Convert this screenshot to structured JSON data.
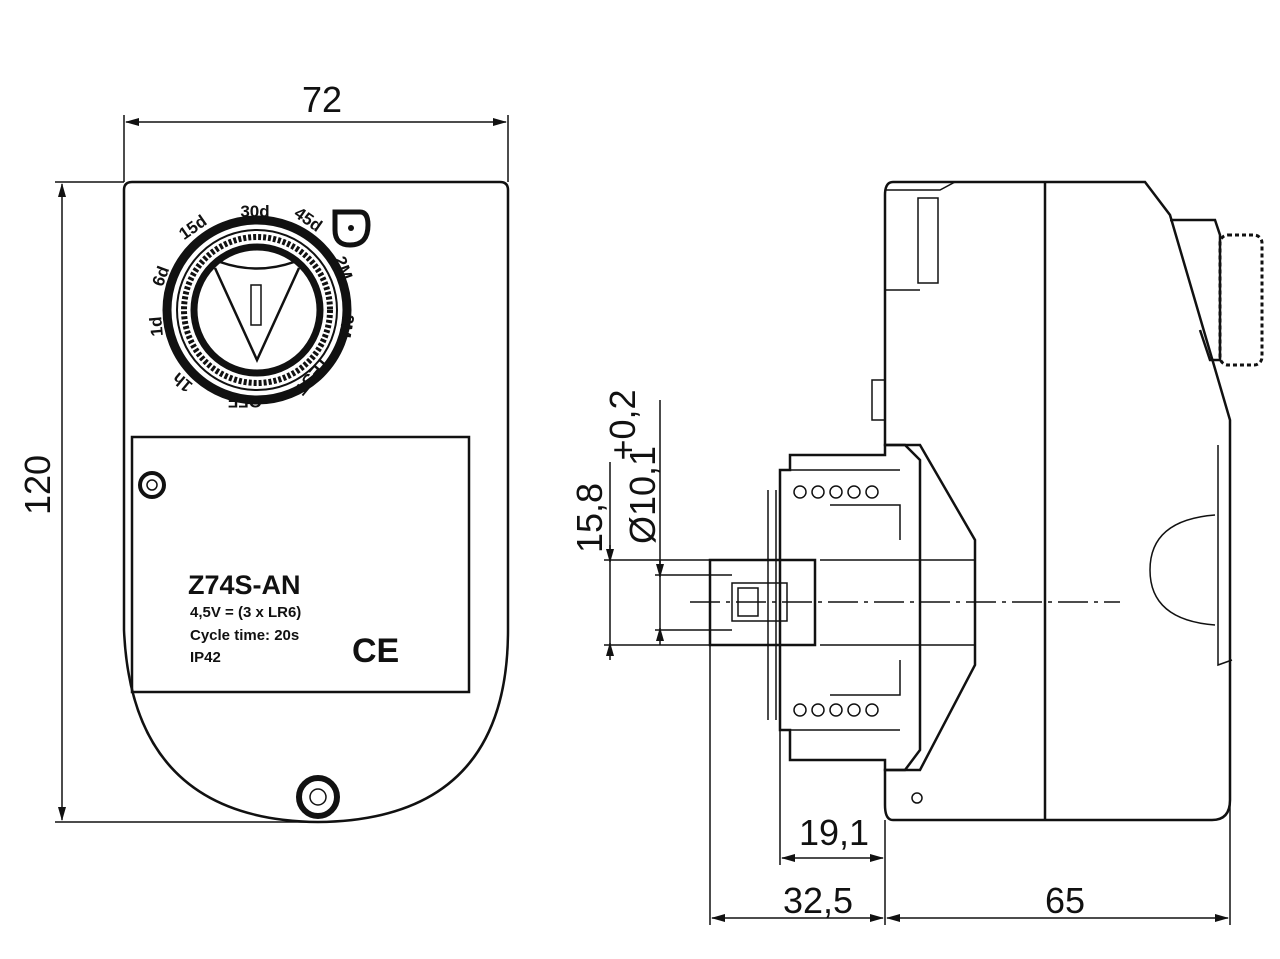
{
  "drawing": {
    "front_view": {
      "width_dim": "72",
      "height_dim": "120",
      "dial_labels": [
        "30d",
        "15d",
        "6d",
        "1d",
        "1h",
        "OFF",
        "TEST",
        "3M",
        "2M",
        "45d"
      ],
      "label_plate": {
        "model": "Z74S-AN",
        "voltage": "4,5V = (3 x LR6)",
        "cycle_time": "Cycle time: 20s",
        "protection": "IP42",
        "certification_mark": "CE"
      }
    },
    "side_view": {
      "dim_15_8": "15,8",
      "dim_diameter": "Ø10,1",
      "dim_tolerance": "+0,2",
      "dim_19_1": "19,1",
      "dim_32_5": "32,5",
      "dim_65": "65"
    }
  }
}
